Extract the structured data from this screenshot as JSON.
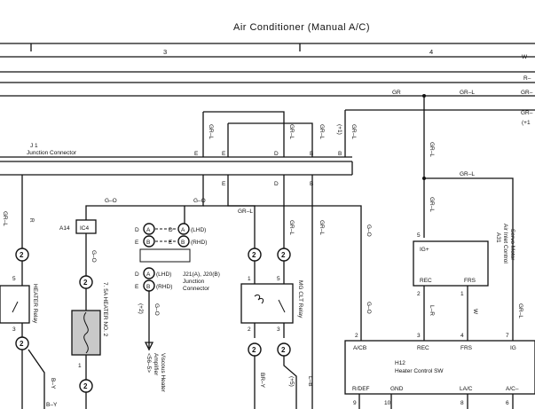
{
  "header": {
    "title": "Air Conditioner (Manual A/C)",
    "col3": "3",
    "col4": "4"
  },
  "edge_labels": {
    "w": "W–",
    "r": "R–",
    "gr": "GR–",
    "gr2": "GR–",
    "p1": "(+1"
  },
  "wires": {
    "gr": "GR",
    "grl": "GR–L",
    "go": "G–O",
    "r": "R",
    "lr": "L–R",
    "w": "W",
    "by": "B–Y",
    "bry": "BR–Y",
    "lb": "L–B",
    "plus1": "(+1)",
    "plus2": "(+2)",
    "plus5": "(+5)"
  },
  "j1": {
    "id": "J 1",
    "name": "Junction Connector",
    "pins": {
      "e": "E",
      "d": "D",
      "b": "B"
    }
  },
  "j21": {
    "a": "A",
    "b": "B",
    "d": "D",
    "e": "E",
    "lhd": "(LHD)",
    "rhd": "(RHD)",
    "title": "J21(A), J20(B)",
    "name1": "Junction",
    "name2": "Connector"
  },
  "a14": {
    "id": "A14",
    "pin": "IC4"
  },
  "fuse": {
    "label": "7. 5A HEATER NO. 2"
  },
  "viscous": {
    "l1": "Viscous Heater",
    "l2": "Amplifier",
    "l3": "<56–5>"
  },
  "heater_relay": {
    "label": "HEATER Relay"
  },
  "mg_relay": {
    "label": "MG CLT Relay"
  },
  "a31": {
    "id": "A31",
    "name1": "Air Inlet Control",
    "name2": "Servo Motor",
    "ig": "IG+",
    "rec": "REC",
    "frs": "FRS"
  },
  "h12": {
    "id": "H12",
    "name": "Heater Control SW",
    "acb": "A/CB",
    "rec": "REC",
    "frs": "FRS",
    "ig": "IG",
    "rdef": "R/DEF",
    "gnd": "GND",
    "lac": "LA/C",
    "ac": "A/C–"
  },
  "pins": {
    "p1": "1",
    "p2": "2",
    "p3": "3",
    "p4": "4",
    "p5": "5",
    "p7": "7",
    "p8": "8",
    "p9": "9",
    "p10": "10"
  }
}
